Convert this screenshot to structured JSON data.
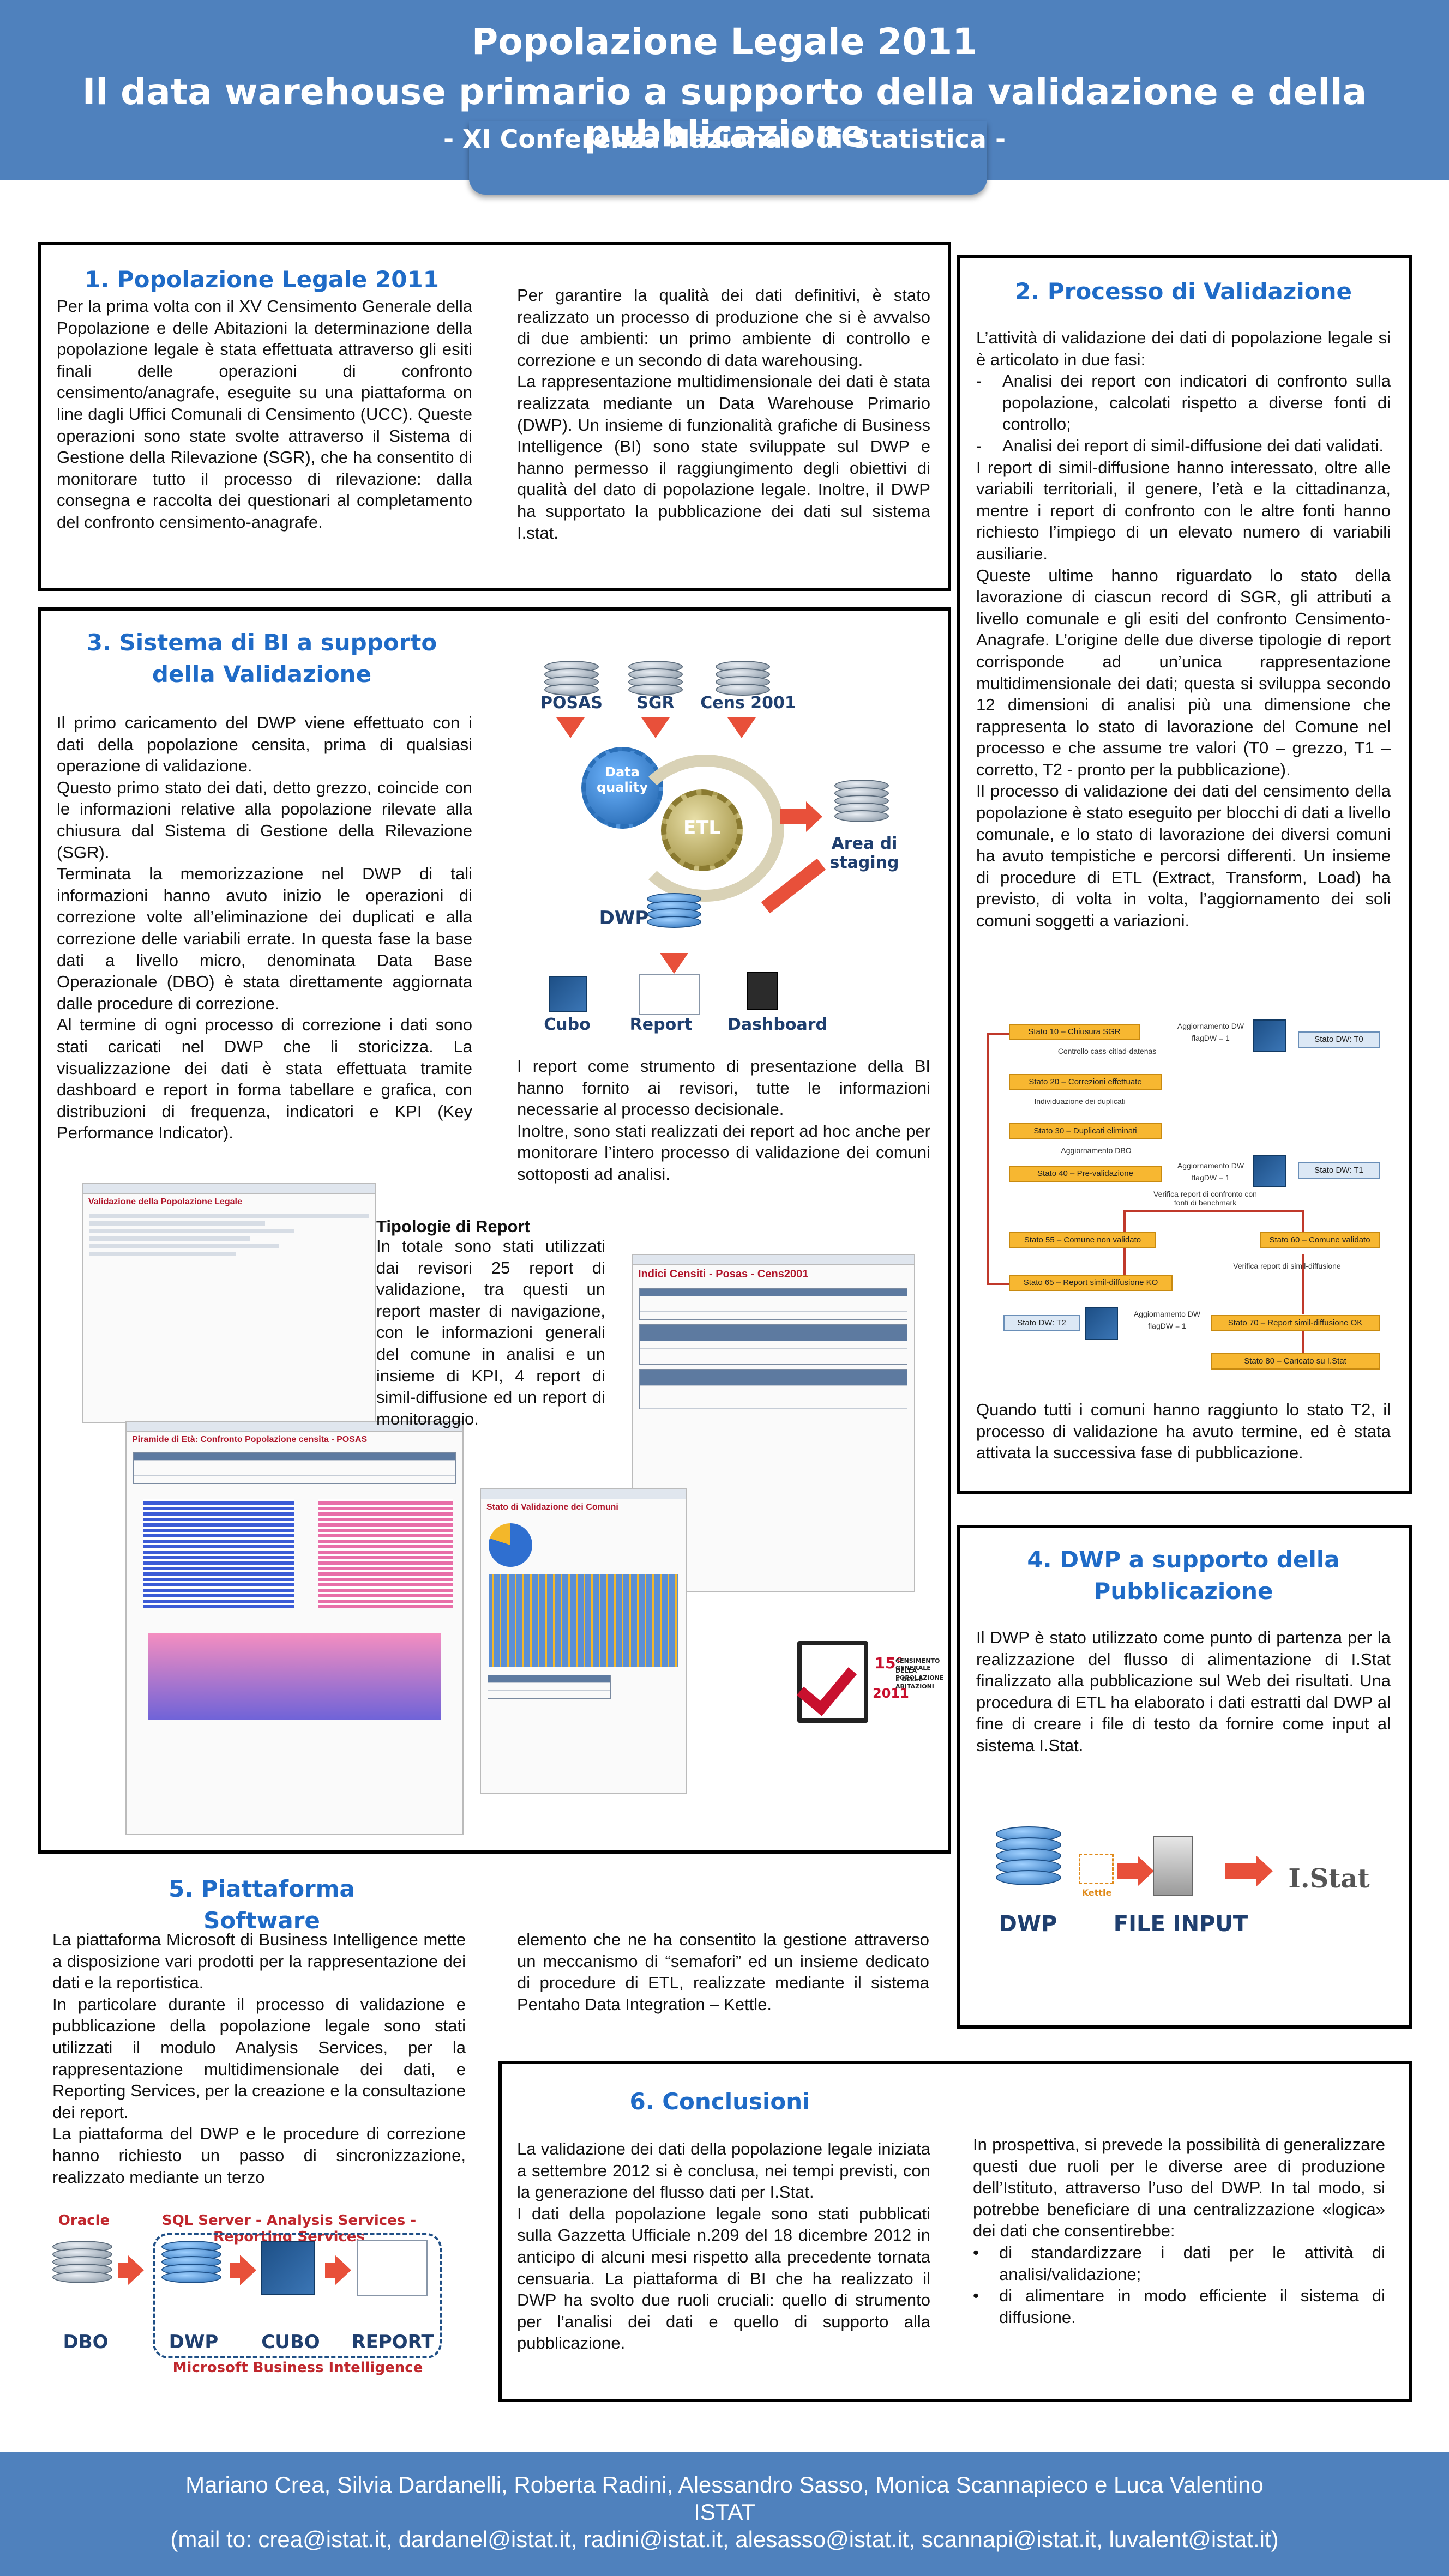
{
  "header": {
    "title1": "Popolazione Legale 2011",
    "title2": "Il data warehouse primario a supporto della validazione e della pubblicazione",
    "subtitle": "- XI Conferenza Nazionale di Statistica -"
  },
  "section1": {
    "title": "1.   Popolazione Legale 2011",
    "col1": "Per la prima volta con il XV Censimento Generale della Popolazione e delle Abitazioni la determinazione della popolazione legale è stata effettuata attraverso gli esiti finali delle operazioni di confronto censimento/anagrafe, eseguite su una piattaforma on line dagli Uffici Comunali di Censimento (UCC). Queste operazioni sono state svolte attraverso il Sistema di Gestione della Rilevazione (SGR), che ha consentito di monitorare tutto il processo di rilevazione: dalla consegna e raccolta dei questionari al completamento del confronto censimento-anagrafe.",
    "col2_p1": "Per garantire la qualità dei dati definitivi, è stato realizzato un processo di produzione che si è avvalso di due ambienti: un primo ambiente di controllo e correzione e un secondo di data warehousing.",
    "col2_p2": "La rappresentazione multidimensionale dei dati è stata realizzata mediante un Data Warehouse Primario (DWP). Un insieme di funzionalità grafiche di Business Intelligence (BI) sono state sviluppate sul DWP e hanno permesso il raggiungimento degli obiettivi di qualità del dato di popolazione legale. Inoltre, il DWP ha supportato la pubblicazione dei dati sul sistema I.stat."
  },
  "section2": {
    "title": "2.  Processo di Validazione",
    "p1": "L’attività di validazione dei dati di popolazione legale si è articolato in due fasi:",
    "items": [
      "Analisi dei report con indicatori di confronto sulla popolazione, calcolati rispetto a diverse fonti di controllo;",
      "Analisi dei report di simil-diffusione dei dati validati."
    ],
    "p2": "I report di simil-diffusione hanno interessato, oltre alle variabili territoriali, il genere, l’età e la cittadinanza, mentre i report di confronto con le altre fonti hanno richiesto l’impiego di un elevato numero di variabili ausiliarie.",
    "p3": "Queste ultime hanno riguardato lo stato della lavorazione di ciascun record di SGR, gli attributi a livello comunale e gli esiti del confronto Censimento-Anagrafe. L’origine delle due diverse tipologie di report corrisponde ad un’unica rappresentazione multidimensionale dei dati; questa si sviluppa secondo 12 dimensioni di analisi più una dimensione che rappresenta lo stato di lavorazione del Comune nel processo e che assume tre valori (T0 – grezzo, T1 – corretto, T2 - pronto per la pubblicazione).",
    "p4": "Il processo di validazione dei dati del censimento della popolazione è stato eseguito per blocchi di dati a livello comunale, e lo stato di lavorazione dei diversi comuni ha avuto tempistiche e percorsi differenti. Un insieme di procedure di ETL  (Extract, Transform, Load)  ha previsto, di volta in volta, l’aggiornamento dei soli comuni soggetti a variazioni.",
    "p5": "Quando tutti i comuni hanno raggiunto lo stato T2, il processo di validazione ha avuto termine, ed è stata attivata la successiva fase di pubblicazione.",
    "flow": {
      "s10": "Stato 10 – Chiusura SGR",
      "dw_update": "Aggiornamento DW",
      "flag1": "flagDW = 1",
      "flag2": "flagDW = 1",
      "t0": "Stato DW: T0",
      "n1": "Controllo cass-citlad-datenas",
      "s20": "Stato 20 – Correzioni effettuate",
      "n2": "Individuazione dei duplicati",
      "s30": "Stato 30 – Duplicati eliminati",
      "n3": "Aggiornamento DBO",
      "s40": "Stato 40 – Pre-validazione",
      "t1": "Stato DW: T1",
      "n4": "Verifica report di confronto con fonti di benchmark",
      "s55": "Stato 55 – Comune non validato",
      "s60": "Stato 60 – Comune validato",
      "n5": "Verifica report di simil-diffusione",
      "s65": "Stato 65 – Report simil-diffusione KO",
      "dw_update2": "Aggiornamento DW",
      "t2": "Stato DW: T2",
      "flag3": "flagDW = 1",
      "s70": "Stato 70 – Report simil-diffusione OK",
      "s80": "Stato 80 – Caricato su I.Stat"
    }
  },
  "section3": {
    "title": "3.   Sistema di BI a supporto della Validazione",
    "p1": "Il primo caricamento del DWP viene effettuato con i dati della popolazione censita, prima di qualsiasi operazione di validazione.",
    "p2": "Questo primo stato dei dati, detto grezzo, coincide con le informazioni relative alla popolazione rilevate alla chiusura dal Sistema di Gestione della Rilevazione (SGR).",
    "p3": "Terminata la memorizzazione nel DWP di tali informazioni hanno avuto inizio le operazioni di correzione volte all’eliminazione dei duplicati e alla correzione delle variabili errate. In questa fase la base dati a livello micro, denominata Data Base Operazionale (DBO) è stata direttamente aggiornata dalle procedure di correzione.",
    "p4": "Al termine di ogni processo di correzione i dati sono stati caricati nel DWP che li storicizza. La visualizzazione dei dati è stata effettuata tramite dashboard e report in forma tabellare e grafica, con distribuzioni di frequenza, indicatori e KPI (Key Performance Indicator).",
    "p5": "I report come strumento di presentazione della BI hanno fornito ai revisori, tutte le informazioni necessarie al processo decisionale.",
    "p6": "Inoltre, sono stati realizzati dei report ad hoc anche per monitorare l’intero processo di validazione dei comuni sottoposti ad analisi.",
    "report_title": "Tipologie di Report",
    "report_text": "In totale sono stati utilizzati dai revisori 25 report di validazione, tra questi un report master di navigazione, con le informazioni generali del comune in analisi e un insieme di  KPI,  4 report di simil-diffusione ed un report di monitoraggio.",
    "etl": {
      "posas": "POSAS",
      "sgr": "SGR",
      "cens": "Cens 2001",
      "dq": "Data quality",
      "etl": "ETL",
      "staging": "Area di staging",
      "dwp": "DWP",
      "cubo": "Cubo",
      "report": "Report",
      "dashboard": "Dashboard"
    },
    "shots": {
      "s1_title": "Validazione della Popolazione Legale",
      "s2_title": "Piramide di Età: Confronto Popolazione censita - POSAS",
      "s3_title": "Indici Censiti - Posas - Cens2001",
      "s4_title": "Stato di Validazione dei Comuni"
    },
    "logo": {
      "num": "15°",
      "line1": "CENSIMENTO GENERALE",
      "line2": "DELLA POPOLAZIONE",
      "line3": "E DELLE ABITAZIONI",
      "year": "2011"
    }
  },
  "section4": {
    "title": "4.  DWP a supporto della Pubblicazione",
    "text": "Il DWP è stato utilizzato come punto di partenza per la realizzazione del flusso di alimentazione di I.Stat finalizzato alla pubblicazione sul Web dei risultati. Una procedura di ETL ha elaborato i dati estratti dal DWP al fine di creare i file di testo da fornire come input al sistema I.Stat.",
    "dwp": "DWP",
    "file_input": "FILE INPUT",
    "istat": "I.Stat",
    "kettle": "Kettle"
  },
  "section5": {
    "title": "5.   Piattaforma Software",
    "p1": "La piattaforma Microsoft di Business Intelligence mette a disposizione vari prodotti per la rappresentazione dei dati e la reportistica.",
    "p2": "In particolare durante il processo di validazione e pubblicazione della popolazione legale sono stati utilizzati il modulo Analysis Services, per la rappresentazione multidimensionale dei dati, e Reporting Services, per la creazione e la consultazione dei report.",
    "p3": "La piattaforma del DWP e le procedure di correzione   hanno richiesto un passo di sincronizzazione, realizzato mediante un terzo",
    "col2": "elemento che ne ha consentito la gestione attraverso un meccanismo di “semafori” ed un insieme dedicato di procedure di ETL, realizzate mediante il sistema Pentaho  Data Integration – Kettle.",
    "diagram": {
      "oracle": "Oracle",
      "sql": "SQL Server - Analysis Services - Reporting Services",
      "dbo": "DBO",
      "dwp": "DWP",
      "cubo": "CUBO",
      "report": "REPORT",
      "msbi": "Microsoft Business Intelligence"
    }
  },
  "section6": {
    "title": "6.   Conclusioni",
    "col1_p1": "La validazione dei dati della popolazione legale iniziata a settembre 2012 si è conclusa, nei tempi previsti, con la generazione del flusso dati per I.Stat.",
    "col1_p2": "I dati della popolazione legale sono stati pubblicati sulla Gazzetta Ufficiale n.209 del 18 dicembre 2012 in anticipo di alcuni mesi rispetto alla precedente tornata censuaria. La piattaforma di BI che ha realizzato il DWP ha svolto due ruoli cruciali: quello di strumento per l’analisi dei dati e quello di supporto alla pubblicazione.",
    "col2_p1": "In prospettiva, si prevede la possibilità di generalizzare questi due ruoli per le diverse aree di produzione dell’Istituto,  attraverso l’uso del DWP. In tal modo, si potrebbe beneficiare di una centralizzazione «logica» dei dati che consentirebbe:",
    "bullets": [
      "di standardizzare i dati per le attività di analisi/validazione;",
      "di alimentare in modo efficiente il sistema di diffusione."
    ]
  },
  "footer": {
    "authors": "Mariano Crea, Silvia Dardanelli, Roberta Radini, Alessandro Sasso, Monica Scannapieco e Luca Valentino",
    "org": "ISTAT",
    "mail": "(mail to: crea@istat.it, dardanel@istat.it, radini@istat.it, alesasso@istat.it, scannapi@istat.it, luvalent@istat.it)"
  },
  "colors": {
    "header_blue": "#4f81bd",
    "title_blue": "#1f6bc7",
    "arrow_red": "#e8503a",
    "flow_orange": "#f7b731"
  }
}
